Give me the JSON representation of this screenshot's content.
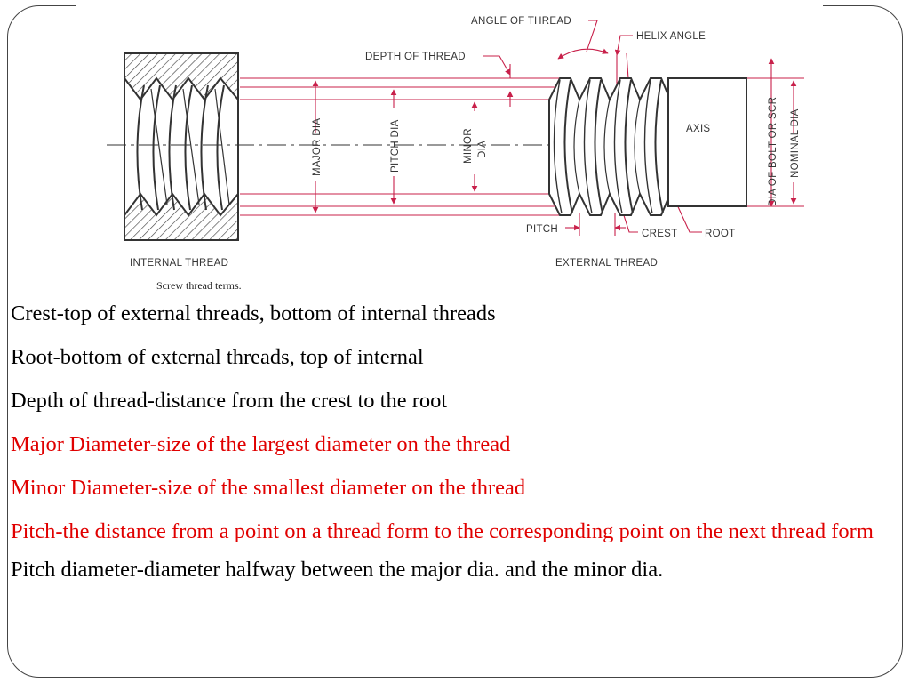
{
  "diagram": {
    "labels": {
      "angle_of_thread": "ANGLE OF THREAD",
      "helix_angle": "HELIX ANGLE",
      "depth_of_thread": "DEPTH OF THREAD",
      "major_dia": "MAJOR DIA",
      "pitch_dia": "PITCH DIA",
      "minor_dia_1": "MINOR",
      "minor_dia_2": "DIA",
      "axis": "AXIS",
      "dia_of_bolt": "DIA OF BOLT OR SCR",
      "nominal_dia": "NOMINAL DIA",
      "pitch": "PITCH",
      "crest": "CREST",
      "root": "ROOT",
      "internal_thread": "INTERNAL THREAD",
      "external_thread": "EXTERNAL THREAD",
      "caption": "Screw thread terms."
    },
    "colors": {
      "dimension": "#c8204a",
      "outline": "#333333",
      "text_red": "#e00000"
    }
  },
  "bullets": [
    {
      "text": "Crest-top of external threads, bottom of internal threads",
      "color": "black"
    },
    {
      "text": "Root-bottom of external threads, top of internal",
      "color": "black"
    },
    {
      "text": "Depth of thread-distance from the crest to the root",
      "color": "black"
    },
    {
      "text": "Major Diameter-size of the largest diameter on the thread",
      "color": "red"
    },
    {
      "text": "Minor Diameter-size of the smallest diameter on the thread",
      "color": "red"
    },
    {
      "text": "Pitch-the distance from a point on a thread form to the corresponding point on the next thread form",
      "color": "red"
    },
    {
      "text": "Pitch diameter-diameter halfway between the major dia. and the minor dia.",
      "color": "black"
    }
  ]
}
